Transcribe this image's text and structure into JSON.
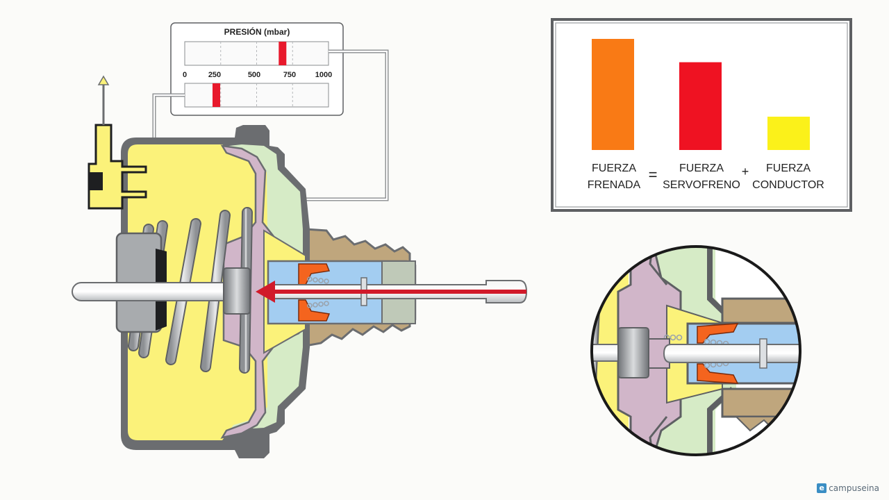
{
  "gauge": {
    "title": "PRESIÓN (mbar)",
    "ticks": [
      "0",
      "250",
      "500",
      "750",
      "1000"
    ],
    "scale_max": 1000,
    "readings": [
      {
        "channel": "upper",
        "value": 680
      },
      {
        "channel": "lower",
        "value": 220
      }
    ],
    "indicator_color": "#e8192c"
  },
  "force_panel": {
    "bars": [
      {
        "label_line1": "FUERZA",
        "label_line2": "FRENADA",
        "level": 1.0,
        "color": "#f97a15"
      },
      {
        "label_line1": "FUERZA",
        "label_line2": "SERVOFRENO",
        "level": 0.79,
        "color": "#ef1222"
      },
      {
        "label_line1": "FUERZA",
        "label_line2": "CONDUCTOR",
        "level": 0.3,
        "color": "#fbf11a"
      }
    ],
    "operator_equals": "=",
    "operator_plus": "+"
  },
  "colors": {
    "front_chamber": "#fbf27a",
    "rear_chamber": "#d6ebc6",
    "diaphragm": "#d1b6c9",
    "valve_body": "#a3cdf1",
    "boot": "#bfa67d",
    "housing": "#6b6d70",
    "arrow": "#d11a2a",
    "valve_seat": "#f4641e"
  },
  "brand": {
    "badge": "e",
    "name": "campuseina"
  }
}
